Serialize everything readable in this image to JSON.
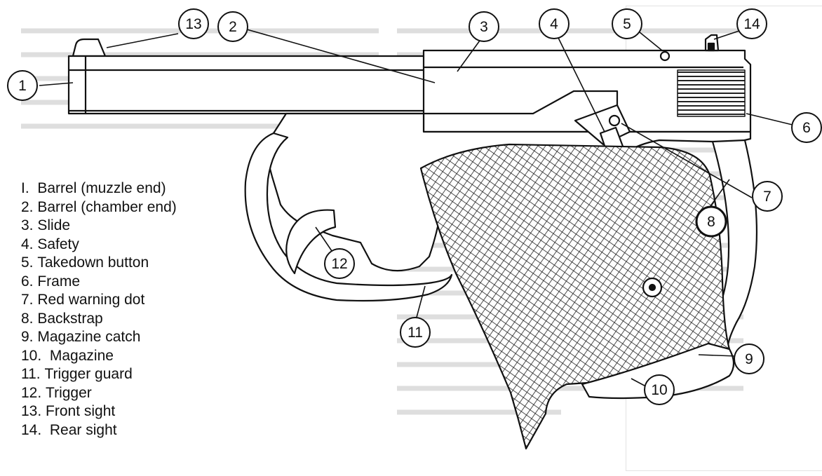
{
  "parts": [
    {
      "number": "1",
      "name": "Barrel (muzzle end)",
      "list_number": "I."
    },
    {
      "number": "2",
      "name": "Barrel (chamber end)",
      "list_number": "2."
    },
    {
      "number": "3",
      "name": "Slide",
      "list_number": "3."
    },
    {
      "number": "4",
      "name": "Safety",
      "list_number": "4."
    },
    {
      "number": "5",
      "name": "Takedown button",
      "list_number": "5."
    },
    {
      "number": "6",
      "name": "Frame",
      "list_number": "6."
    },
    {
      "number": "7",
      "name": "Red warning dot",
      "list_number": "7."
    },
    {
      "number": "8",
      "name": "Backstrap",
      "list_number": "8."
    },
    {
      "number": "9",
      "name": "Magazine catch",
      "list_number": "9."
    },
    {
      "number": "10",
      "name": "Magazine",
      "list_number": "10."
    },
    {
      "number": "11",
      "name": "Trigger guard",
      "list_number": "11."
    },
    {
      "number": "12",
      "name": "Trigger",
      "list_number": "12."
    },
    {
      "number": "13",
      "name": "Front sight",
      "list_number": "13."
    },
    {
      "number": "14",
      "name": "Rear sight",
      "list_number": "14."
    }
  ],
  "colors": {
    "ink": "#111111",
    "bleed_through": "#c4c4c4"
  }
}
